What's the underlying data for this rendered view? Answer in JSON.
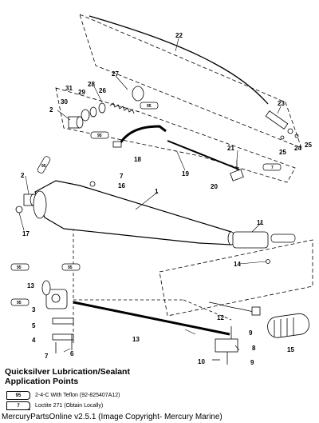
{
  "callouts": [
    {
      "id": "c1",
      "text": "1"
    },
    {
      "id": "c2a",
      "text": "2"
    },
    {
      "id": "c2b",
      "text": "2"
    },
    {
      "id": "c3",
      "text": "3"
    },
    {
      "id": "c4",
      "text": "4"
    },
    {
      "id": "c5",
      "text": "5"
    },
    {
      "id": "c6",
      "text": "6"
    },
    {
      "id": "c7a",
      "text": "7"
    },
    {
      "id": "c7b",
      "text": "7"
    },
    {
      "id": "c8",
      "text": "8"
    },
    {
      "id": "c9a",
      "text": "9"
    },
    {
      "id": "c9b",
      "text": "9"
    },
    {
      "id": "c10",
      "text": "10"
    },
    {
      "id": "c11",
      "text": "11"
    },
    {
      "id": "c12",
      "text": "12"
    },
    {
      "id": "c13a",
      "text": "13"
    },
    {
      "id": "c13b",
      "text": "13"
    },
    {
      "id": "c14",
      "text": "14"
    },
    {
      "id": "c15",
      "text": "15"
    },
    {
      "id": "c16",
      "text": "16"
    },
    {
      "id": "c17",
      "text": "17"
    },
    {
      "id": "c18",
      "text": "18"
    },
    {
      "id": "c19",
      "text": "19"
    },
    {
      "id": "c20",
      "text": "20"
    },
    {
      "id": "c21",
      "text": "21"
    },
    {
      "id": "c22",
      "text": "22"
    },
    {
      "id": "c23",
      "text": "23"
    },
    {
      "id": "c24",
      "text": "24"
    },
    {
      "id": "c25a",
      "text": "25"
    },
    {
      "id": "c25b",
      "text": "25"
    },
    {
      "id": "c26",
      "text": "26"
    },
    {
      "id": "c27",
      "text": "27"
    },
    {
      "id": "c28",
      "text": "28"
    },
    {
      "id": "c29",
      "text": "29"
    },
    {
      "id": "c30",
      "text": "30"
    },
    {
      "id": "c31",
      "text": "31"
    }
  ],
  "tubes": [
    {
      "id": "t1",
      "text": "95"
    },
    {
      "id": "t2",
      "text": "95"
    },
    {
      "id": "t3",
      "text": "95"
    },
    {
      "id": "t4",
      "text": "7"
    },
    {
      "id": "t5",
      "text": "95"
    },
    {
      "id": "t6",
      "text": "95"
    },
    {
      "id": "t7",
      "text": "95"
    },
    {
      "id": "t8",
      "text": ""
    },
    {
      "id": "t9",
      "text": ""
    }
  ],
  "legend": {
    "title_line1": "Quicksilver Lubrication/Sealant",
    "title_line2": "Application Points",
    "rows": [
      {
        "code": "95",
        "description": "2-4-C  With Teflon (92-825407A12)"
      },
      {
        "code": "7",
        "description": "Loctite 271 (Obtain Locally)"
      }
    ]
  },
  "footer": "MercuryPartsOnline v2.5.1 (Image Copyright- Mercury Marine)"
}
